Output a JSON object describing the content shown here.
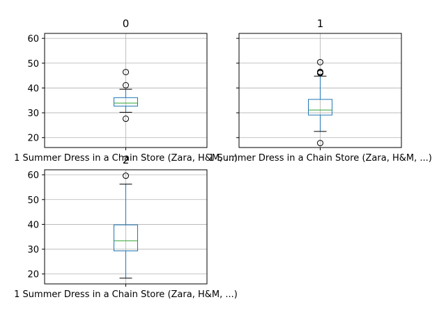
{
  "chart_data": [
    {
      "type": "box",
      "title": "0",
      "category": "1 Summer Dress in a Chain Store (Zara, H&M, ...)",
      "ylim": [
        16,
        62
      ],
      "yticks": [
        20,
        30,
        40,
        50,
        60
      ],
      "grid": true,
      "box": {
        "whisker_low": 30.2,
        "q1": 32.7,
        "median": 33.9,
        "q3": 36.1,
        "whisker_high": 39.5
      },
      "outliers": [
        46.4,
        41.1,
        27.6
      ]
    },
    {
      "type": "box",
      "title": "1",
      "category": "1 Summer Dress in a Chain Store (Zara, H&M, ...)",
      "ylim": [
        16,
        62
      ],
      "yticks": [
        20,
        30,
        40,
        50,
        60
      ],
      "grid": true,
      "box": {
        "whisker_low": 22.5,
        "q1": 29.1,
        "median": 31.1,
        "q3": 35.4,
        "whisker_high": 44.8
      },
      "outliers": [
        50.4,
        46.5,
        46.2,
        46.0,
        17.8
      ]
    },
    {
      "type": "box",
      "title": "2",
      "category": "1 Summer Dress in a Chain Store (Zara, H&M, ...)",
      "ylim": [
        16,
        62
      ],
      "yticks": [
        20,
        30,
        40,
        50,
        60
      ],
      "grid": true,
      "box": {
        "whisker_low": 18.3,
        "q1": 29.3,
        "median": 33.4,
        "q3": 39.8,
        "whisker_high": 56.2
      },
      "outliers": [
        59.6
      ]
    }
  ],
  "colors": {
    "box": "#1f77b4",
    "median": "#2ca02c",
    "grid": "#b0b0b0",
    "axes": "#000000"
  }
}
